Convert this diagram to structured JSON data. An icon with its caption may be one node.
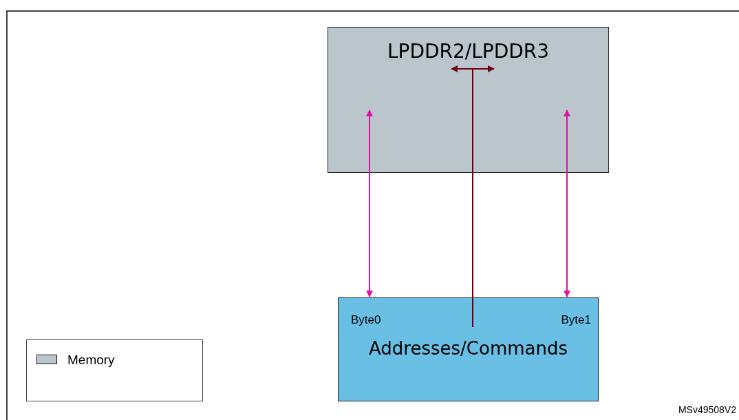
{
  "diagram": {
    "nodes": [
      {
        "text": [
          "LPDDR2/LPDDR3"
        ]
      },
      {
        "text": [
          "Byte0",
          "Byte1",
          "Addresses/Commands"
        ]
      }
    ],
    "edges": [
      {
        "from": 1,
        "to": 0,
        "arrow": "both",
        "color": "#e0119f"
      },
      {
        "from": 1,
        "to": 0,
        "arrow": "to",
        "color": "#6b0013"
      },
      {
        "from": 1,
        "to": 0,
        "arrow": "both",
        "color": "#e0119f"
      }
    ],
    "labels": [
      "MSv49508V2"
    ],
    "legend": [
      {
        "text": "Memory",
        "color": "#bac5cc"
      }
    ]
  }
}
